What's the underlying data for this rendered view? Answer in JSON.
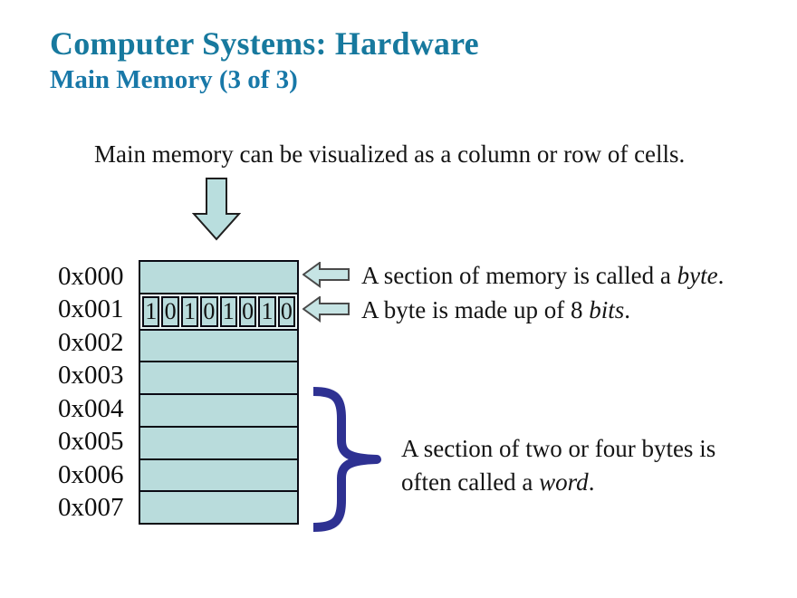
{
  "slide": {
    "title": "Computer Systems: Hardware",
    "subtitle": "Main Memory (3 of 3)",
    "intro": "Main memory can be visualized as a column or row of cells."
  },
  "memory": {
    "addresses": [
      "0x000",
      "0x001",
      "0x002",
      "0x003",
      "0x004",
      "0x005",
      "0x006",
      "0x007"
    ],
    "bits_row_address": "0x001",
    "bits": [
      "1",
      "0",
      "1",
      "0",
      "1",
      "0",
      "1",
      "0"
    ]
  },
  "annotations": {
    "byte": {
      "prefix": "A section of memory is called a ",
      "italic": "byte",
      "suffix": "."
    },
    "bits": {
      "prefix": "A byte is made up of 8 ",
      "italic": "bits",
      "suffix": "."
    },
    "word": {
      "line1": "A section of two or four bytes is",
      "line2_prefix": "often called a ",
      "italic": "word",
      "suffix": "."
    }
  },
  "icons": {
    "down_arrow": "down-arrow",
    "left_arrow_byte": "left-arrow",
    "left_arrow_bits": "left-arrow",
    "brace": "right-curly-brace"
  },
  "colors": {
    "title_teal": "#17799e",
    "cell_fill": "#b9dcdc",
    "arrow_fill_down": "#b9dede",
    "arrow_fill_side": "#c6e4e4",
    "outline_dark": "#0a0a14",
    "arrow_outline": "#4a4a4a",
    "brace_blue": "#2e3192",
    "background": "#ffffff"
  }
}
